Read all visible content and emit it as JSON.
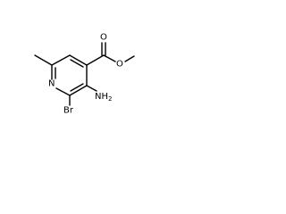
{
  "structure": {
    "atoms": {
      "ring_n": "N",
      "bromine": "Br",
      "amino": "NH",
      "amino_subscript": "2",
      "carbonyl_o": "O",
      "ester_o": "O"
    },
    "colors": {
      "bond": "#000000",
      "text": "#000000",
      "background": "#ffffff"
    }
  }
}
